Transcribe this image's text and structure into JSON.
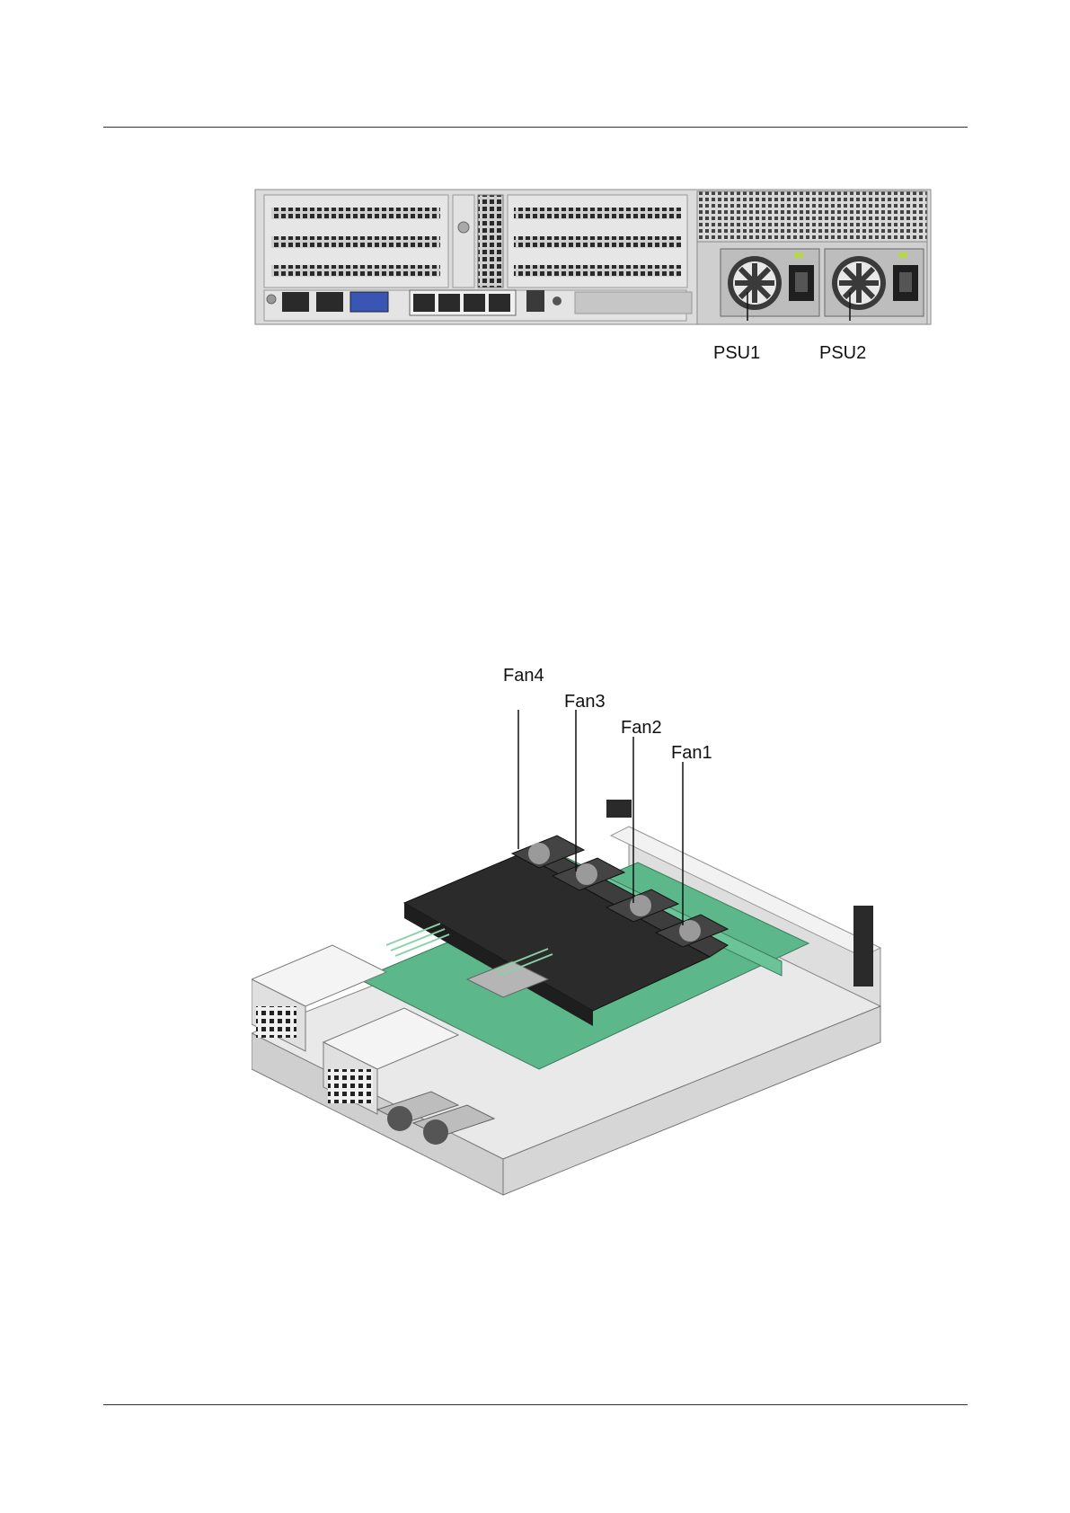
{
  "figure1": {
    "callouts": [
      "PSU1",
      "PSU2"
    ]
  },
  "figure2": {
    "callouts": [
      "Fan4",
      "Fan3",
      "Fan2",
      "Fan1"
    ]
  },
  "colors": {
    "chassis": "#d9d9d9",
    "board": "#5cb88a",
    "shroud": "#2b2b2b",
    "rule": "#333333"
  }
}
